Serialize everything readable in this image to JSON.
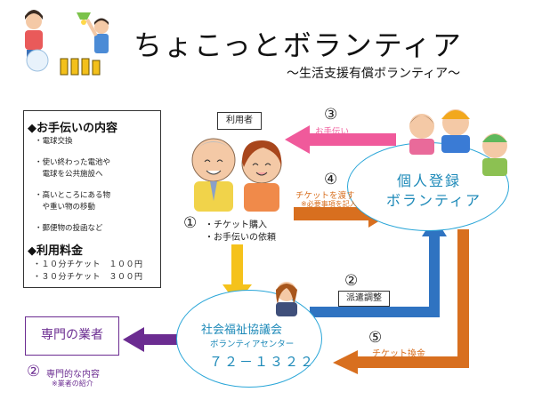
{
  "title": "ちょこっとボランティア",
  "subtitle": "～生活支援有償ボランティア～",
  "info_box": {
    "help_heading": "◆お手伝いの内容",
    "help_items": [
      "・電球交換",
      "・使い終わった電池や",
      "　電球を公共施設へ",
      "・高いところにある物",
      "　や重い物の移動",
      "・郵便物の投函など"
    ],
    "fee_heading": "◆利用料金",
    "fees": [
      "・１０分チケット　１００円",
      "・３０分チケット　３００円"
    ]
  },
  "user_label": "利用者",
  "volunteer": {
    "line1": "個人登録",
    "line2": "ボランティア"
  },
  "council": {
    "line1": "社会福祉協議会",
    "line2": "ボランティアセンター",
    "phone": "７２－１３２２"
  },
  "specialist": {
    "label": "専門の業者"
  },
  "steps": {
    "s1": {
      "num": "①",
      "line1": "・チケット購入",
      "line2": "・お手伝いの依頼"
    },
    "s2": {
      "num": "②",
      "label": "派遣調整"
    },
    "s2b": {
      "num": "②",
      "label": "専門的な内容",
      "note": "※業者の紹介"
    },
    "s3": {
      "num": "③",
      "label": "お手伝い"
    },
    "s4": {
      "num": "④",
      "label": "チケットを渡す",
      "note": "※必要事項を記入"
    },
    "s5": {
      "num": "⑤",
      "label": "チケット換金"
    }
  },
  "colors": {
    "blue": "#2aa6d8",
    "orange": "#d86f1f",
    "pink": "#f05a9b",
    "yellow": "#f5c21b",
    "purple": "#6b2c91",
    "dark_blue": "#2f73c1",
    "title_blue": "#1c89b8"
  }
}
